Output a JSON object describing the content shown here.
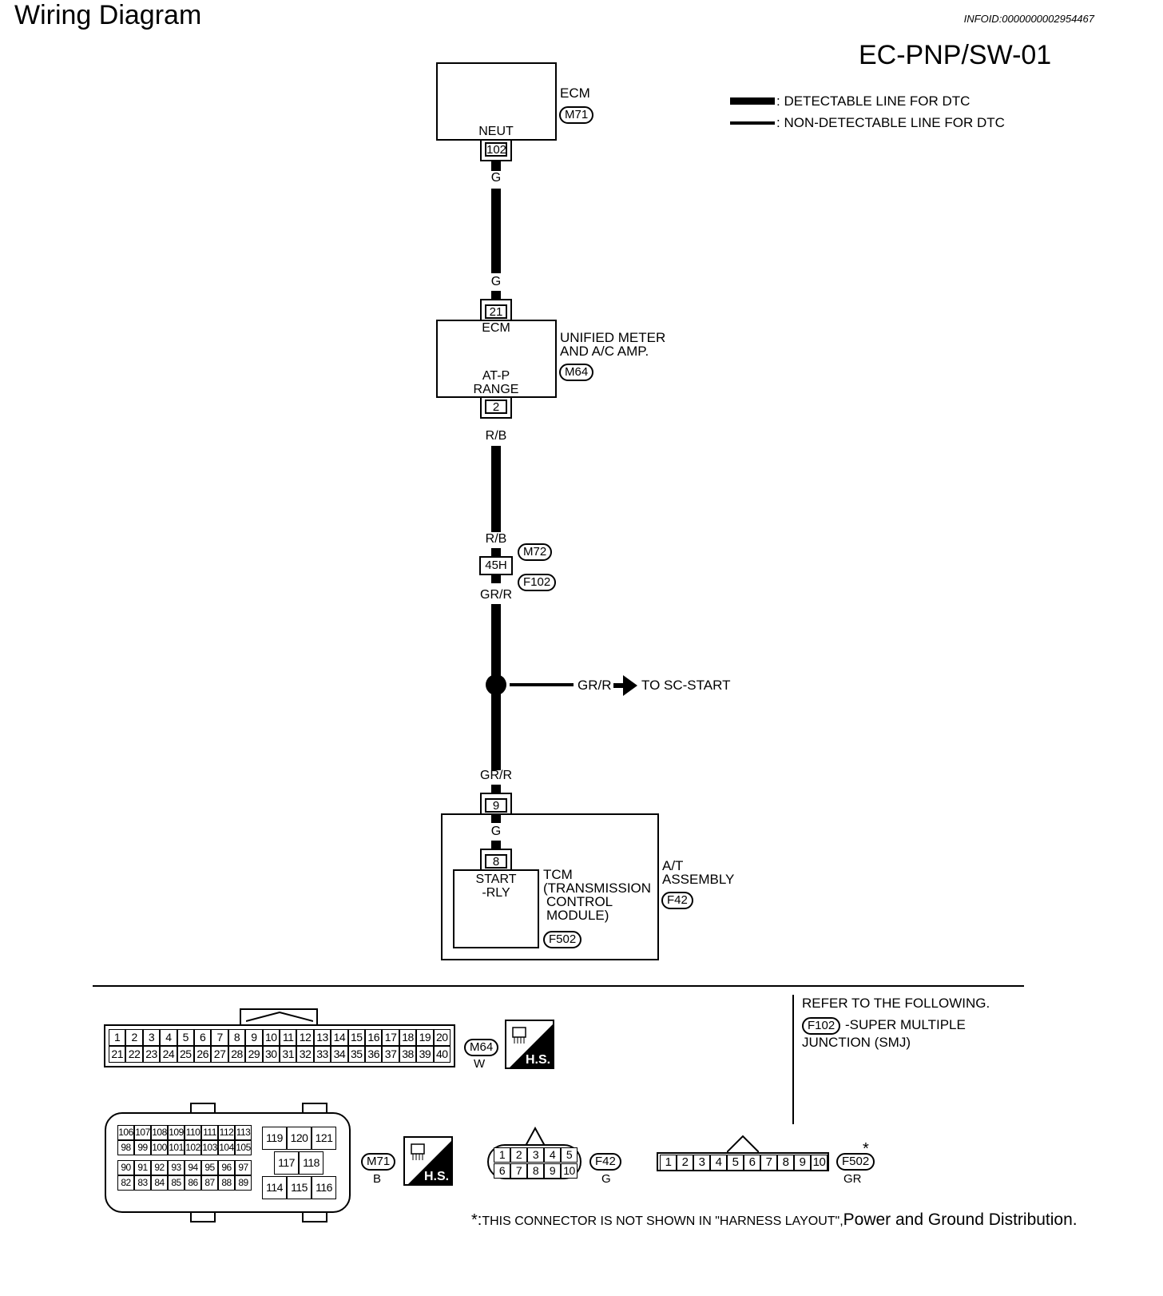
{
  "header": {
    "title": "Wiring Diagram",
    "infoid": "INFOID:0000000002954467",
    "diagram_id": "EC-PNP/SW-01"
  },
  "legend": {
    "detectable": ": DETECTABLE LINE FOR DTC",
    "non_detectable": ": NON-DETECTABLE LINE FOR DTC"
  },
  "ecm": {
    "name": "ECM",
    "connector": "M71",
    "terminal_label": "NEUT",
    "pin": "102",
    "wire_out": "G"
  },
  "meter": {
    "wire_in": "G",
    "pin_in": "21",
    "label_in": "ECM",
    "name_line1": "UNIFIED METER",
    "name_line2": "AND A/C AMP.",
    "connector": "M64",
    "label_out_line1": "AT-P",
    "label_out_line2": "RANGE",
    "pin_out": "2",
    "wire_out": "R/B"
  },
  "joint": {
    "wire_in": "R/B",
    "pin": "45H",
    "connector_top": "M72",
    "connector_bottom": "F102",
    "wire_out": "GR/R"
  },
  "splice": {
    "wire": "GR/R",
    "destination": "TO SC-START"
  },
  "at_assembly": {
    "wire_in": "GR/R",
    "pin_in": "9",
    "inner_wire": "G",
    "tcm_pin": "8",
    "tcm_terminal_line1": "START",
    "tcm_terminal_line2": "-RLY",
    "tcm_line1": "TCM",
    "tcm_line2": "(TRANSMISSION",
    "tcm_line3": "CONTROL",
    "tcm_line4": "MODULE)",
    "tcm_connector": "F502",
    "name_line1": "A/T",
    "name_line2": "ASSEMBLY",
    "connector": "F42"
  },
  "refer": {
    "line1": "REFER TO THE FOLLOWING.",
    "connector": "F102",
    "line2": "-SUPER MULTIPLE",
    "line3": "JUNCTION (SMJ)"
  },
  "connectors": {
    "m64": {
      "id": "M64",
      "color": "W",
      "hs": "H.S.",
      "row1": [
        "1",
        "2",
        "3",
        "4",
        "5",
        "6",
        "7",
        "8",
        "9",
        "10",
        "11",
        "12",
        "13",
        "14",
        "15",
        "16",
        "17",
        "18",
        "19",
        "20"
      ],
      "row2": [
        "21",
        "22",
        "23",
        "24",
        "25",
        "26",
        "27",
        "28",
        "29",
        "30",
        "31",
        "32",
        "33",
        "34",
        "35",
        "36",
        "37",
        "38",
        "39",
        "40"
      ]
    },
    "m71": {
      "id": "M71",
      "color": "B",
      "hs": "H.S.",
      "left_rows": [
        [
          "106",
          "107",
          "108",
          "109",
          "110",
          "111",
          "112",
          "113"
        ],
        [
          "98",
          "99",
          "100",
          "101",
          "102",
          "103",
          "104",
          "105"
        ],
        [
          "90",
          "91",
          "92",
          "93",
          "94",
          "95",
          "96",
          "97"
        ],
        [
          "82",
          "83",
          "84",
          "85",
          "86",
          "87",
          "88",
          "89"
        ]
      ],
      "right_top": [
        "119",
        "120",
        "121"
      ],
      "right_mid": [
        "117",
        "118"
      ],
      "right_bot": [
        "114",
        "115",
        "116"
      ]
    },
    "f42": {
      "id": "F42",
      "color": "G",
      "row1": [
        "1",
        "2",
        "3",
        "4",
        "5"
      ],
      "row2": [
        "6",
        "7",
        "8",
        "9",
        "10"
      ]
    },
    "f502": {
      "id": "F502",
      "color": "GR",
      "star": "*",
      "row": [
        "1",
        "2",
        "3",
        "4",
        "5",
        "6",
        "7",
        "8",
        "9",
        "10"
      ]
    }
  },
  "footer": {
    "star": "*:",
    "note": "THIS CONNECTOR IS NOT SHOWN IN \"HARNESS LAYOUT\",",
    "note_tail": "Power and Ground Distribution."
  }
}
